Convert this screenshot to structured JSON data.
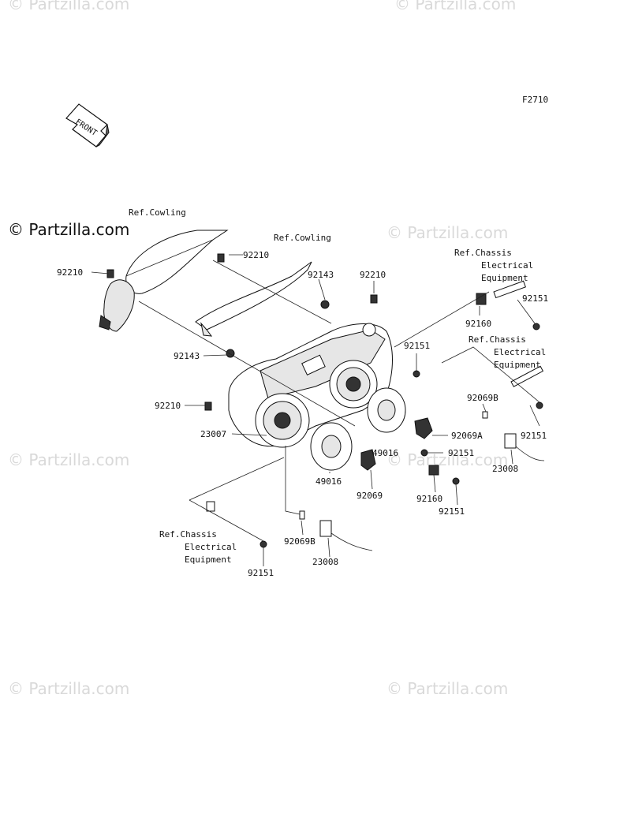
{
  "figure_code": "F2710",
  "front_label": "FRONT",
  "watermark": "© Partzilla.com",
  "callouts": {
    "ref_cowling_top_left": "Ref.Cowling",
    "ref_cowling_center": "Ref.Cowling",
    "ref_chassis_1": [
      "Ref.Chassis",
      "Electrical",
      "Equipment"
    ],
    "ref_chassis_2": [
      "Ref.Chassis",
      "Electrical",
      "Equipment"
    ],
    "ref_chassis_3": [
      "Ref.Chassis",
      "Electrical",
      "Equipment"
    ],
    "part_92210_left": "92210",
    "part_92210_upper": "92210",
    "part_92210_right": "92210",
    "part_92210_mid_left": "92210",
    "part_92143_left": "92143",
    "part_92143_right": "92143",
    "part_92151_a": "92151",
    "part_92151_b": "92151",
    "part_92151_c": "92151",
    "part_92151_d": "92151",
    "part_92151_e": "92151",
    "part_92151_f": "92151",
    "part_92160_a": "92160",
    "part_92160_b": "92160",
    "part_92069B_a": "92069B",
    "part_92069B_b": "92069B",
    "part_92069A": "92069A",
    "part_92069": "92069",
    "part_49016_a": "49016",
    "part_49016_b": "49016",
    "part_23007": "23007",
    "part_23008_a": "23008",
    "part_23008_b": "23008"
  }
}
